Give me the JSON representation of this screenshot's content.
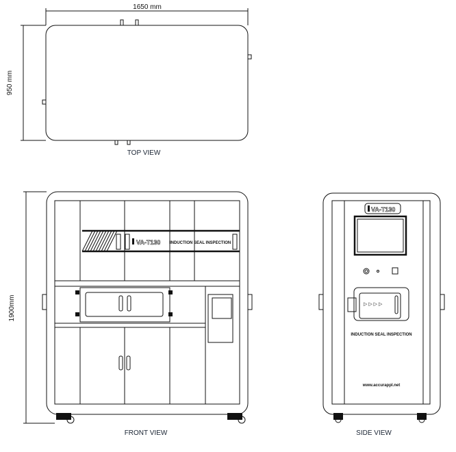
{
  "top_view": {
    "width_label": "1650  mm",
    "depth_label": "950  mm",
    "title": "TOP VIEW"
  },
  "front_view": {
    "height_label": "1900mm",
    "title": "FRONT VIEW",
    "model_logo": "VA-T130",
    "panel_text": "INDUCTION SEAL INSPECTION"
  },
  "side_view": {
    "title": "SIDE VIEW",
    "model_logo": "VA-T130",
    "panel_text": "INDUCTION SEAL INSPECTION",
    "website": "www.accurappl.net"
  }
}
